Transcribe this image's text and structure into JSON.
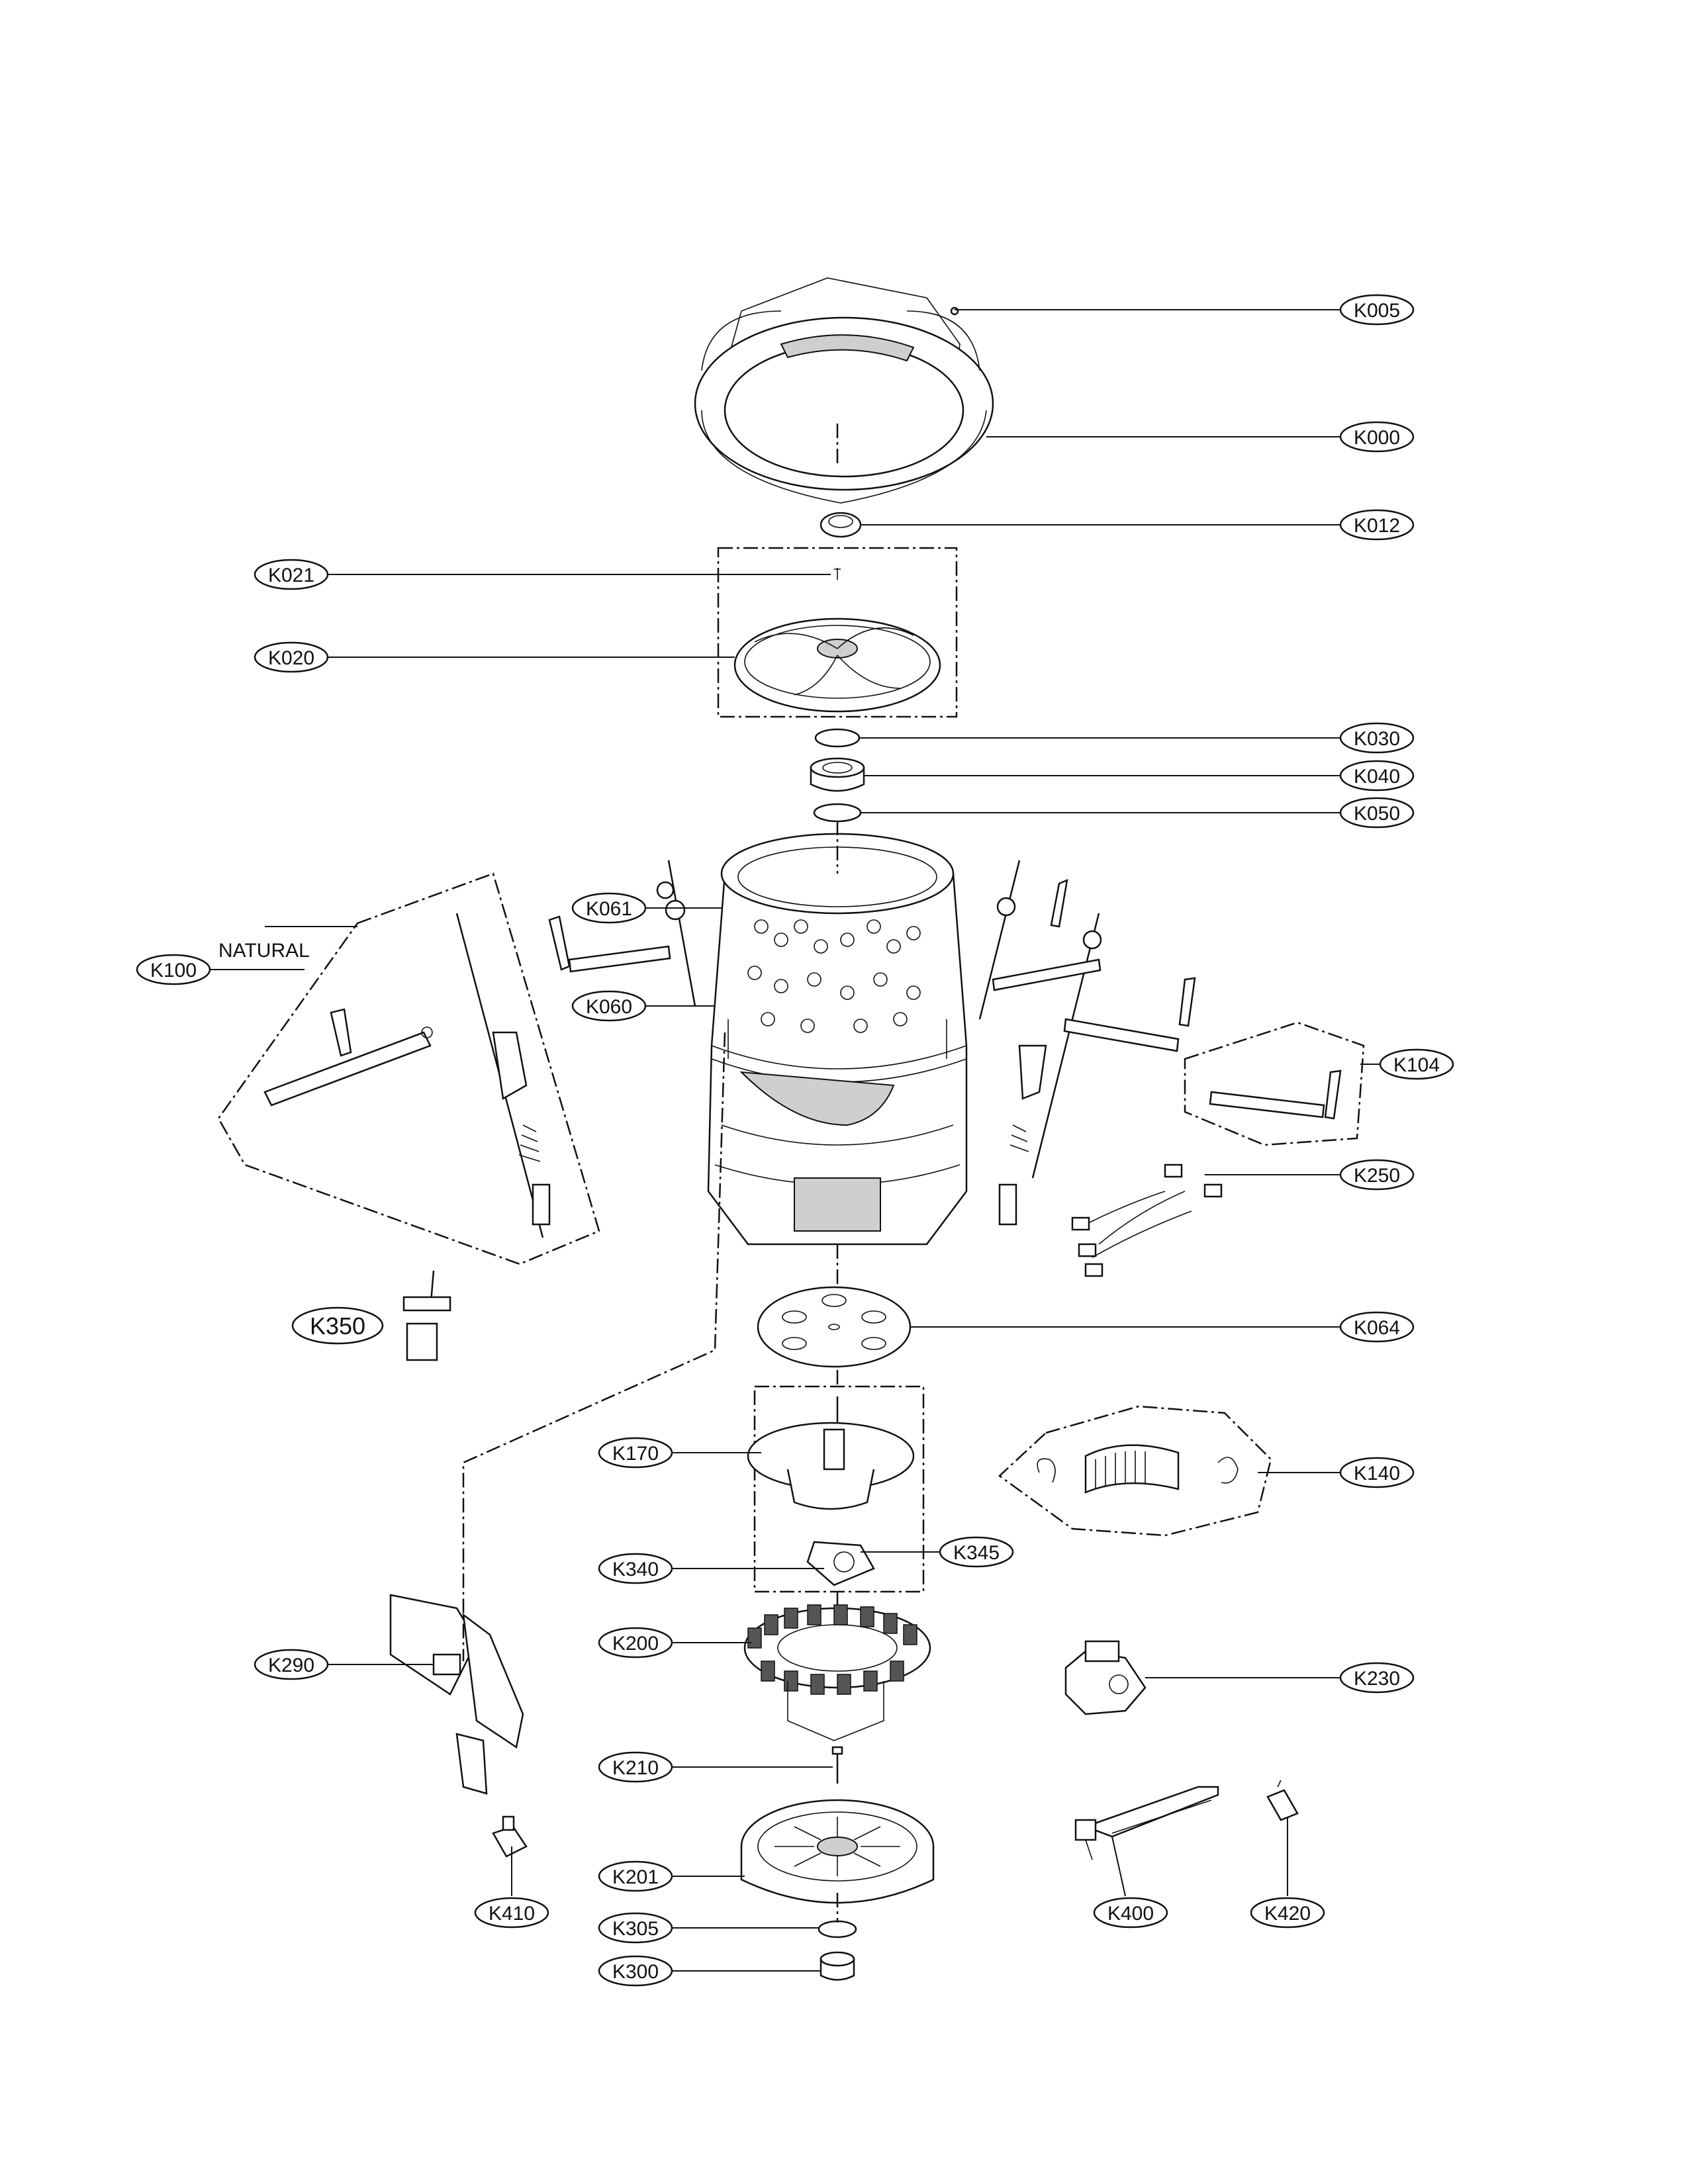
{
  "diagram": {
    "note_natural": "NATURAL",
    "callouts": [
      {
        "id": "k005",
        "text": "K005"
      },
      {
        "id": "k000",
        "text": "K000"
      },
      {
        "id": "k012",
        "text": "K012"
      },
      {
        "id": "k021",
        "text": "K021"
      },
      {
        "id": "k020",
        "text": "K020"
      },
      {
        "id": "k030",
        "text": "K030"
      },
      {
        "id": "k040",
        "text": "K040"
      },
      {
        "id": "k050",
        "text": "K050"
      },
      {
        "id": "k061",
        "text": "K061"
      },
      {
        "id": "k100",
        "text": "K100"
      },
      {
        "id": "k060",
        "text": "K060"
      },
      {
        "id": "k104",
        "text": "K104"
      },
      {
        "id": "k250",
        "text": "K250"
      },
      {
        "id": "k350",
        "text": "K350"
      },
      {
        "id": "k064",
        "text": "K064"
      },
      {
        "id": "k170",
        "text": "K170"
      },
      {
        "id": "k140",
        "text": "K140"
      },
      {
        "id": "k340",
        "text": "K340"
      },
      {
        "id": "k345",
        "text": "K345"
      },
      {
        "id": "k200",
        "text": "K200"
      },
      {
        "id": "k290",
        "text": "K290"
      },
      {
        "id": "k230",
        "text": "K230"
      },
      {
        "id": "k210",
        "text": "K210"
      },
      {
        "id": "k201",
        "text": "K201"
      },
      {
        "id": "k410",
        "text": "K410"
      },
      {
        "id": "k400",
        "text": "K400"
      },
      {
        "id": "k420",
        "text": "K420"
      },
      {
        "id": "k305",
        "text": "K305"
      },
      {
        "id": "k300",
        "text": "K300"
      }
    ]
  }
}
